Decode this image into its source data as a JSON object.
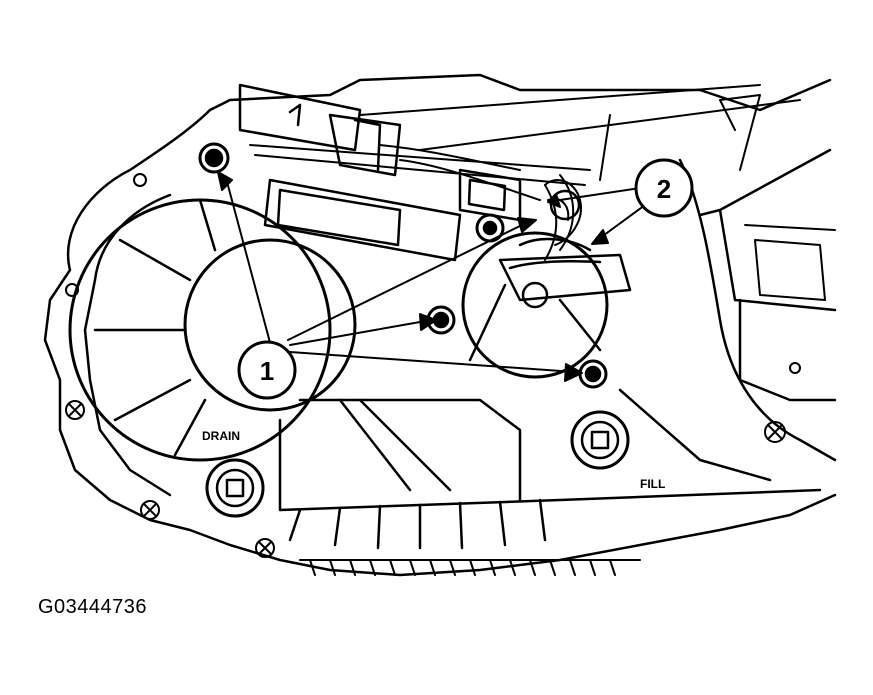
{
  "figure_id": "G03444736",
  "callouts": [
    {
      "number": "1"
    },
    {
      "number": "2"
    }
  ],
  "labels": {
    "drain": "DRAIN",
    "fill": "FILL"
  }
}
